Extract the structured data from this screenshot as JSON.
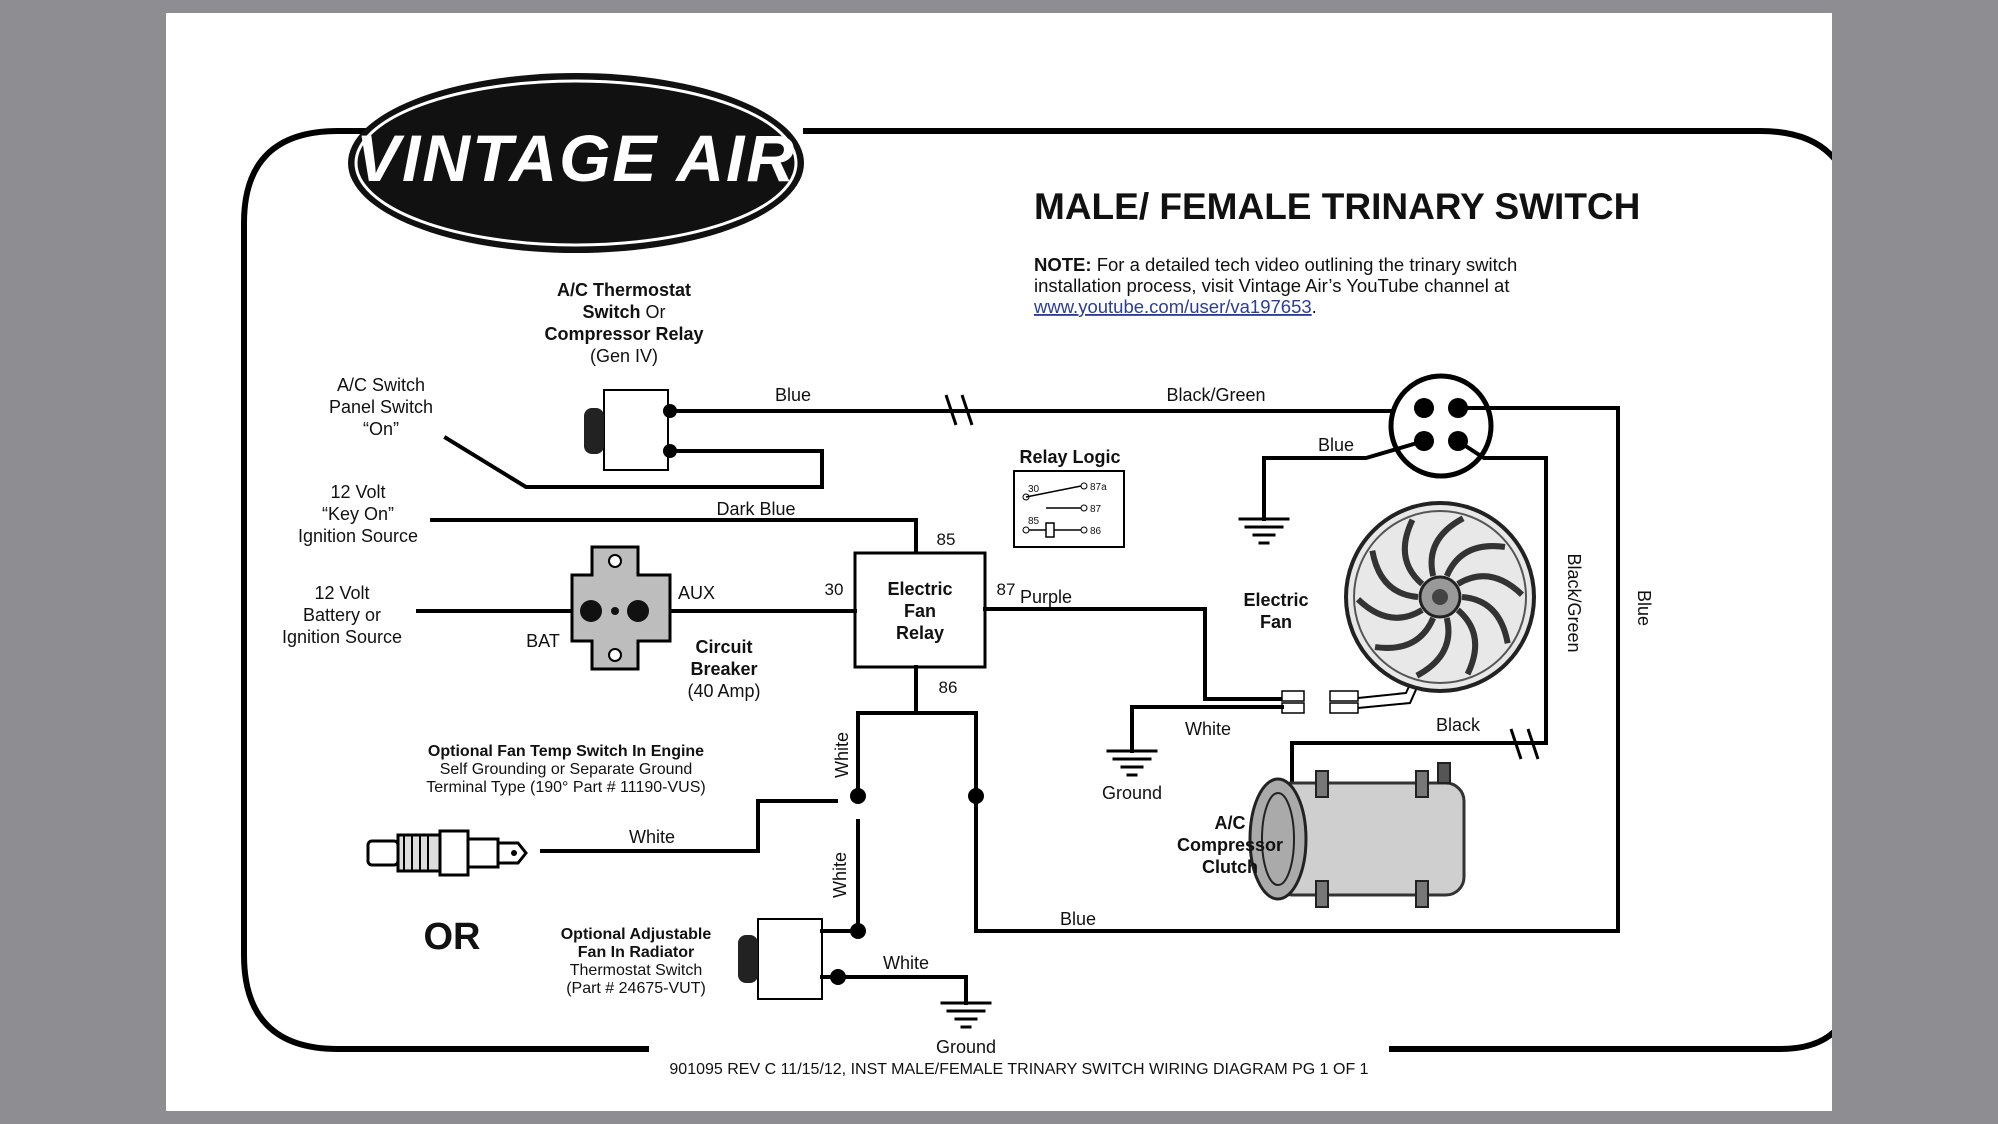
{
  "logo": {
    "text": "VINTAGE AIR"
  },
  "title": "MALE/ FEMALE TRINARY SWITCH",
  "note": {
    "label": "NOTE:",
    "line1": " For a detailed tech video outlining the trinary switch",
    "line2": "installation process, visit Vintage Air’s YouTube channel at",
    "link": "www.youtube.com/user/va197653",
    "end": "."
  },
  "thermostat": {
    "line1": "A/C Thermostat",
    "line2a": "Switch",
    "line2b": " Or",
    "line3": "Compressor Relay",
    "line4": "(Gen IV)"
  },
  "ac_switch": {
    "line1": "A/C Switch",
    "line2": "Panel Switch",
    "line3": "“On”"
  },
  "key_on": {
    "line1": "12 Volt",
    "line2": "“Key On”",
    "line3": "Ignition Source"
  },
  "battery": {
    "line1": "12 Volt",
    "line2": "Battery or",
    "line3": "Ignition Source"
  },
  "breaker": {
    "line1": "Circuit",
    "line2": "Breaker",
    "line3": "(40 Amp)",
    "aux": "AUX",
    "bat": "BAT"
  },
  "relay": {
    "line1": "Electric",
    "line2": "Fan",
    "line3": "Relay",
    "t30": "30",
    "t85": "85",
    "t86": "86",
    "t87": "87"
  },
  "relay_logic": {
    "title": "Relay Logic",
    "p30": "30",
    "p87a": "87a",
    "p87": "87",
    "p85": "85",
    "p86": "86"
  },
  "wires": {
    "blue_top": "Blue",
    "black_green_top": "Black/Green",
    "blue_trinary": "Blue",
    "dark_blue": "Dark Blue",
    "purple": "Purple",
    "white_fan": "White",
    "black": "Black",
    "black_green_side": "Black/Green",
    "blue_side": "Blue",
    "blue_bottom": "Blue",
    "white_temp": "White",
    "white_vert1": "White",
    "white_vert2": "White",
    "white_rad": "White"
  },
  "fan": {
    "line1": "Electric",
    "line2": "Fan"
  },
  "ground_fan": "Ground",
  "ground_bottom": "Ground",
  "compressor": {
    "line1": "A/C",
    "line2": "Compressor",
    "line3": "Clutch"
  },
  "temp_switch": {
    "line1": "Optional Fan Temp Switch In Engine",
    "line2": "Self Grounding or Separate Ground",
    "line3": "Terminal Type (190° Part # 11190-VUS)"
  },
  "or": "OR",
  "radiator": {
    "line1": "Optional Adjustable",
    "line2": "Fan In Radiator",
    "line3": "Thermostat Switch",
    "line4": "(Part # 24675-VUT)"
  },
  "footer": "901095 REV C 11/15/12, INST MALE/FEMALE TRINARY SWITCH WIRING DIAGRAM PG 1 OF 1"
}
